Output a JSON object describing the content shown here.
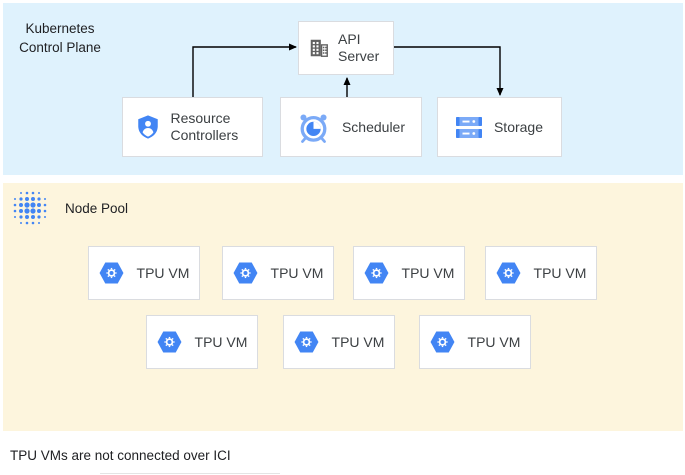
{
  "control_plane": {
    "label": "Kubernetes Control Plane",
    "nodes": {
      "api_server": {
        "label": "API Server",
        "icon": "building-icon"
      },
      "resource_controllers": {
        "label": "Resource Controllers",
        "icon": "shield-user-icon"
      },
      "scheduler": {
        "label": "Scheduler",
        "icon": "alarm-clock-icon"
      },
      "storage": {
        "label": "Storage",
        "icon": "server-stack-icon"
      }
    },
    "edges": [
      {
        "from": "resource_controllers",
        "to": "api_server"
      },
      {
        "from": "scheduler",
        "to": "api_server"
      },
      {
        "from": "api_server",
        "to": "storage"
      }
    ]
  },
  "node_pool": {
    "label": "Node Pool",
    "icon": "dot-matrix-icon",
    "vms": [
      {
        "label": "TPU VM"
      },
      {
        "label": "TPU VM"
      },
      {
        "label": "TPU VM"
      },
      {
        "label": "TPU VM"
      },
      {
        "label": "TPU VM"
      },
      {
        "label": "TPU VM"
      },
      {
        "label": "TPU VM"
      }
    ]
  },
  "caption": "TPU VMs are not connected over ICI",
  "colors": {
    "control_plane_bg": "#dff2fd",
    "node_pool_bg": "#fdf5dd",
    "box_border": "#dadce0",
    "icon_blue": "#4285f4",
    "icon_light_blue": "#7baaf7",
    "icon_gray": "#616161",
    "arrow": "#000000",
    "text": "#202124"
  }
}
